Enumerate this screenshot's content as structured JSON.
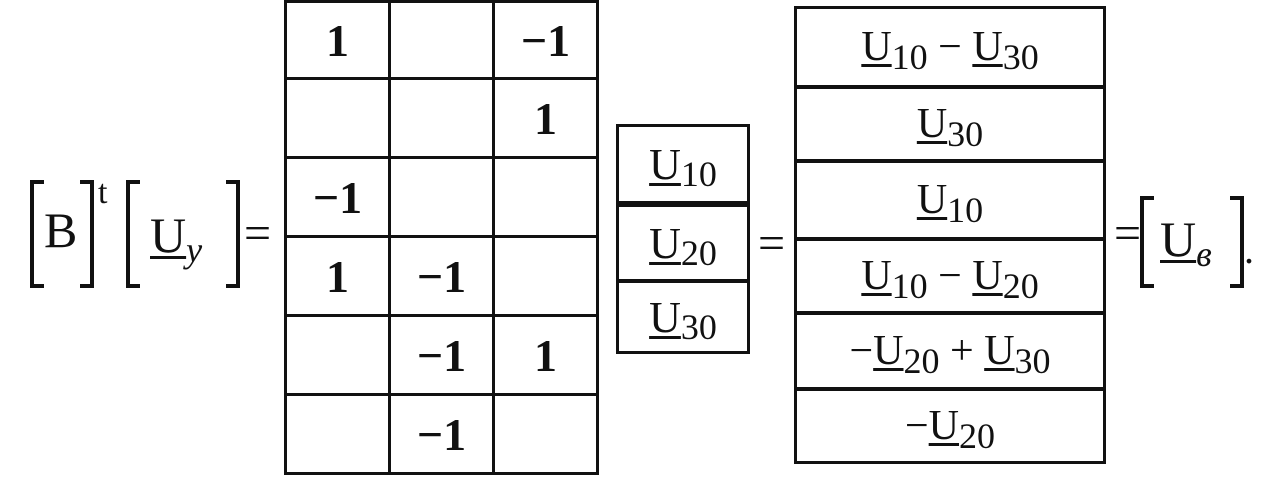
{
  "lhs": {
    "B": "B",
    "transpose": "t",
    "U": "U",
    "U_sub": "y",
    "equals": "="
  },
  "matrix": {
    "rows": [
      [
        "1",
        "",
        "−1"
      ],
      [
        "",
        "",
        "1"
      ],
      [
        "−1",
        "",
        ""
      ],
      [
        "1",
        "−1",
        ""
      ],
      [
        "",
        "−1",
        "1"
      ],
      [
        "",
        "−1",
        ""
      ]
    ]
  },
  "vector": {
    "items": [
      {
        "u": "U",
        "sub": "10"
      },
      {
        "u": "U",
        "sub": "20"
      },
      {
        "u": "U",
        "sub": "30"
      }
    ]
  },
  "equals2": "=",
  "result": {
    "rows": [
      {
        "a_pre": "",
        "a_u": "U",
        "a_sub": "10",
        "op": " − ",
        "b_u": "U",
        "b_sub": "30"
      },
      {
        "a_pre": "",
        "a_u": "U",
        "a_sub": "30",
        "op": "",
        "b_u": "",
        "b_sub": ""
      },
      {
        "a_pre": "",
        "a_u": "U",
        "a_sub": "10",
        "op": "",
        "b_u": "",
        "b_sub": ""
      },
      {
        "a_pre": "",
        "a_u": "U",
        "a_sub": "10",
        "op": " − ",
        "b_u": "U",
        "b_sub": "20"
      },
      {
        "a_pre": "− ",
        "a_u": "U",
        "a_sub": "20",
        "op": " + ",
        "b_u": "U",
        "b_sub": "30"
      },
      {
        "a_pre": "− ",
        "a_u": "U",
        "a_sub": "20",
        "op": "",
        "b_u": "",
        "b_sub": ""
      }
    ]
  },
  "rhs": {
    "equals": "=",
    "U": "U",
    "U_sub": "в",
    "period": "."
  }
}
